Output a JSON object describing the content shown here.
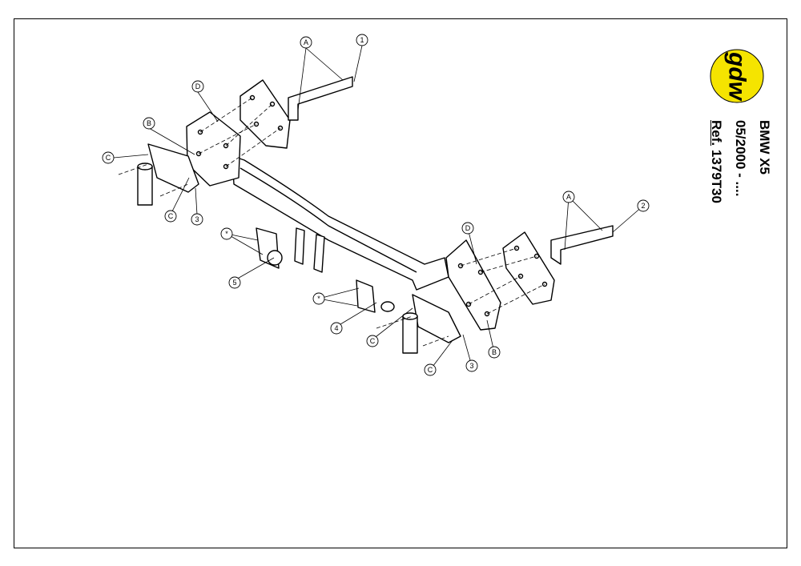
{
  "title_block": {
    "model": "BMW X5",
    "date": "05/2000 - ....",
    "ref_label": "Ref.",
    "ref_number": "1379T30"
  },
  "logo": {
    "text": "gdw",
    "color": "#f5e400"
  },
  "callouts": {
    "a_top": "A",
    "one": "1",
    "d_left": "D",
    "b_left": "B",
    "c_left1": "C",
    "c_left2": "C",
    "three_left": "3",
    "star_left": "*",
    "five": "5",
    "star_mid": "*",
    "four": "4",
    "c_mid": "C",
    "a_right": "A",
    "two": "2",
    "d_right": "D",
    "b_right": "B",
    "c_right": "C",
    "three_right": "3"
  }
}
